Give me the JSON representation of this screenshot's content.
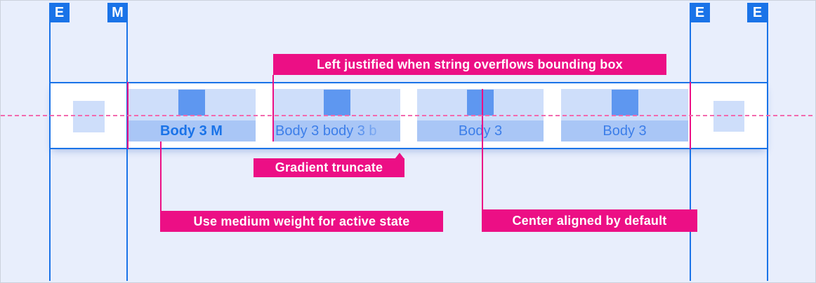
{
  "guides": {
    "markers": [
      {
        "label": "E"
      },
      {
        "label": "M"
      },
      {
        "label": "E"
      },
      {
        "label": "E"
      }
    ]
  },
  "tab_bar": {
    "tabs": [
      {
        "label": "Body 3 M",
        "state": "active-medium-weight"
      },
      {
        "label": "Body 3 body 3 b",
        "state": "overflow-gradient-truncated"
      },
      {
        "label": "Body 3",
        "state": "default"
      },
      {
        "label": "Body 3",
        "state": "default"
      }
    ]
  },
  "annotations": {
    "left_justified": "Left justified when string overflows bounding box",
    "gradient_truncate": "Gradient truncate",
    "medium_weight": "Use medium weight for active state",
    "center_aligned": "Center aligned by default"
  },
  "colors": {
    "background": "#e8eefc",
    "accent_blue": "#1a73e8",
    "icon_blue": "#5e97f0",
    "icon_area_bg": "#cedefa",
    "label_area_bg": "#a9c6f6",
    "annotation_pink": "#ec0f85",
    "dashed_baseline_pink": "#f26aae",
    "bar_background": "#ffffff"
  }
}
